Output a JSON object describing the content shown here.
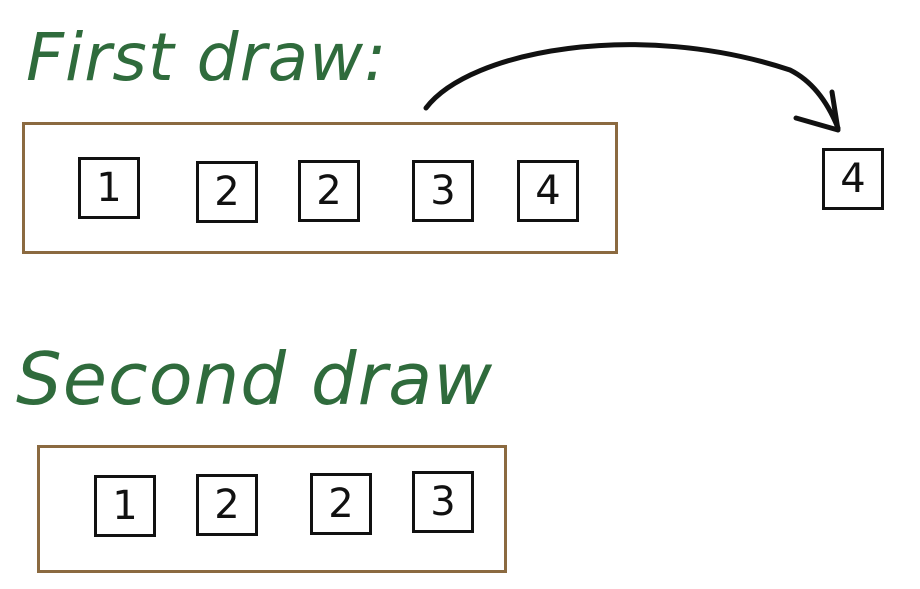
{
  "first_draw": {
    "heading": "First draw:",
    "cards": [
      "1",
      "2",
      "2",
      "3",
      "4"
    ],
    "drawn_card": "4"
  },
  "second_draw": {
    "heading": "Second draw",
    "cards": [
      "1",
      "2",
      "2",
      "3"
    ]
  },
  "colors": {
    "heading": "#2f6b3c",
    "tray_border": "#8b6a40",
    "card_border": "#111111",
    "arrow": "#111111"
  }
}
